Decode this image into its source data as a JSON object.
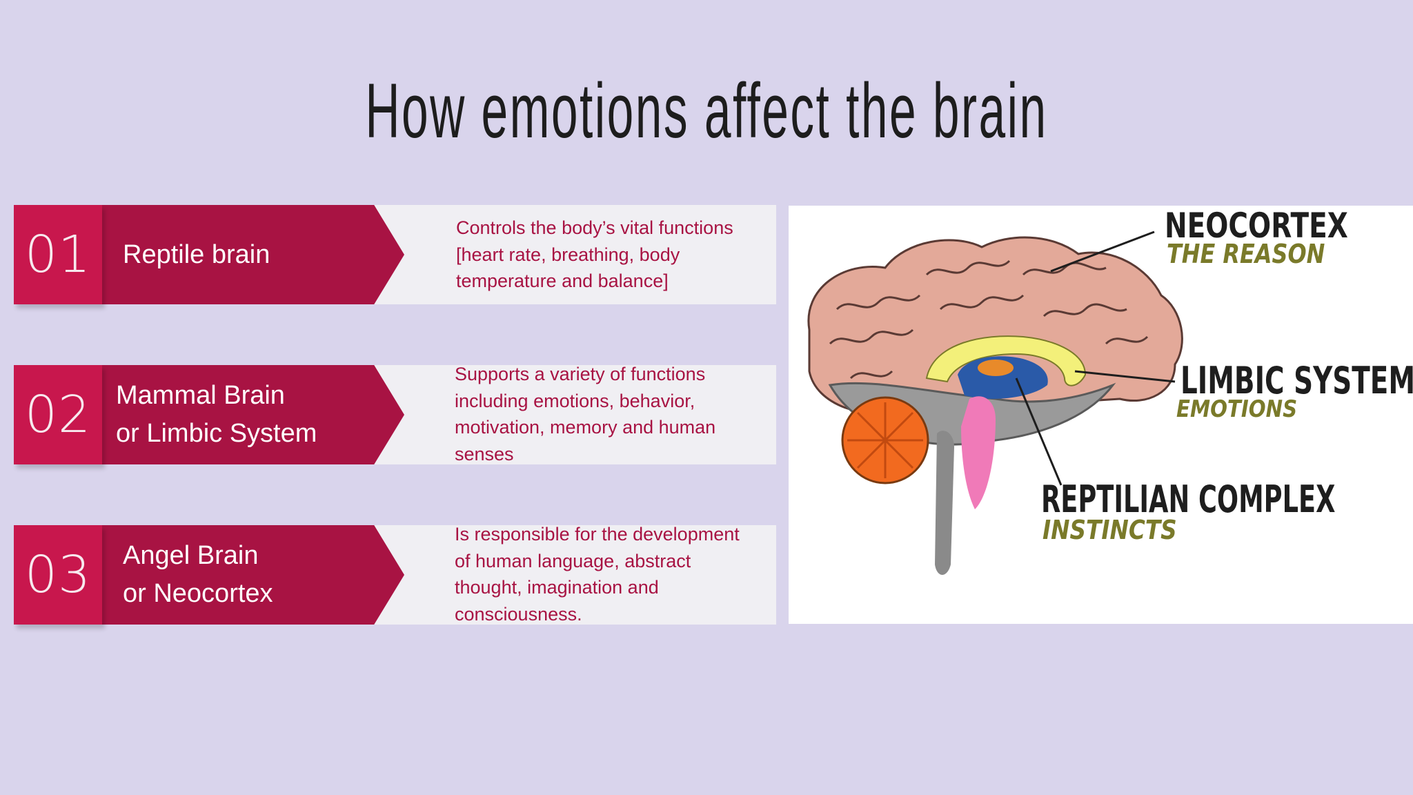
{
  "title": "How emotions affect the brain",
  "rows": [
    {
      "number": "01",
      "label_lines": [
        "Reptile brain"
      ],
      "description": "Controls the body’s vital functions [heart rate, breathing, body temperature and balance]"
    },
    {
      "number": "02",
      "label_lines": [
        "Mammal Brain",
        "or Limbic System"
      ],
      "description": "Supports a variety of functions including emotions, behavior, motivation, memory and human senses"
    },
    {
      "number": "03",
      "label_lines": [
        "Angel Brain",
        "or Neocortex"
      ],
      "description": "Is responsible for the development of human language, abstract thought, imagination and consciousness."
    }
  ],
  "diagram": {
    "labels": [
      {
        "name": "NEOCORTEX",
        "sub": "THE REASON"
      },
      {
        "name": "LIMBIC SYSTEM",
        "sub": "EMOTIONS"
      },
      {
        "name": "REPTILIAN COMPLEX",
        "sub": "INSTINCTS"
      }
    ]
  },
  "colors": {
    "background": "#d9d4ec",
    "number_box": "#c8174d",
    "label_arrow": "#a81343",
    "description_bg": "#f0eff3",
    "description_text": "#a81343"
  }
}
